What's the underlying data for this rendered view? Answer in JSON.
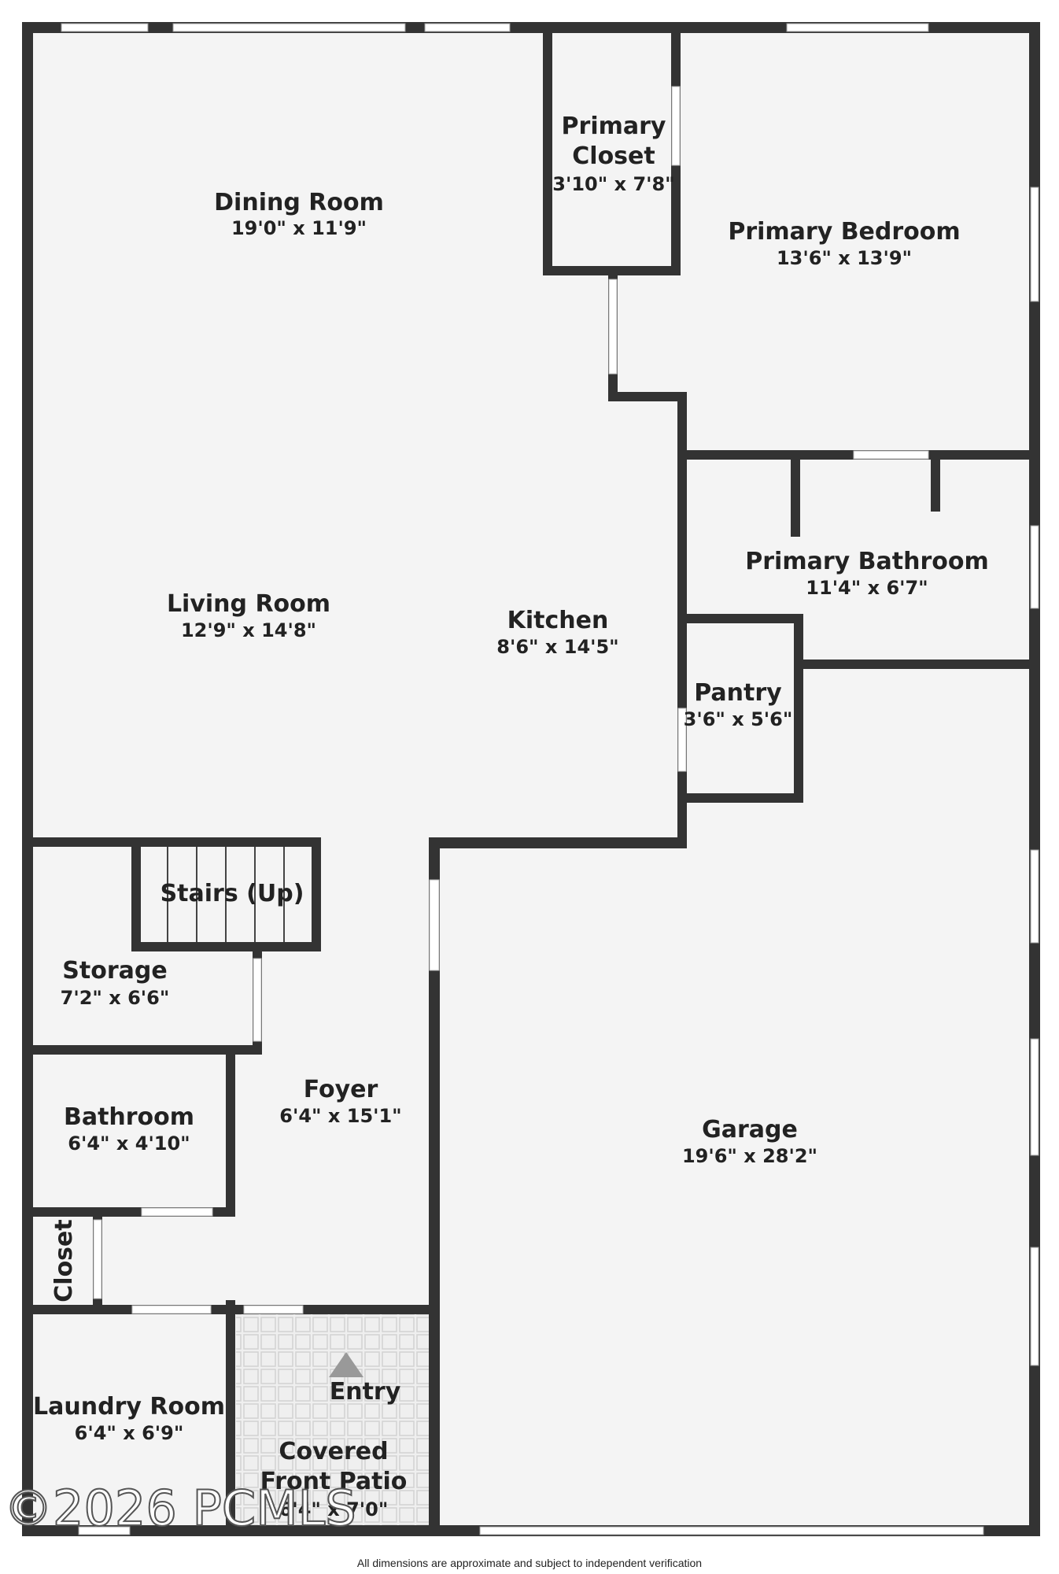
{
  "floor_plan": {
    "rooms": {
      "dining_room": {
        "name": "Dining Room",
        "dims": "19'0\" x 11'9\""
      },
      "primary_closet": {
        "name_line1": "Primary",
        "name_line2": "Closet",
        "dims": "3'10\" x 7'8\""
      },
      "primary_bedroom": {
        "name": "Primary Bedroom",
        "dims": "13'6\" x 13'9\""
      },
      "primary_bathroom": {
        "name": "Primary Bathroom",
        "dims": "11'4\" x 6'7\""
      },
      "living_room": {
        "name": "Living Room",
        "dims": "12'9\" x 14'8\""
      },
      "kitchen": {
        "name": "Kitchen",
        "dims": "8'6\" x 14'5\""
      },
      "pantry": {
        "name": "Pantry",
        "dims": "3'6\" x 5'6\""
      },
      "stairs": {
        "name": "Stairs (Up)"
      },
      "storage": {
        "name": "Storage",
        "dims": "7'2\" x 6'6\""
      },
      "foyer": {
        "name": "Foyer",
        "dims": "6'4\" x 15'1\""
      },
      "bathroom": {
        "name": "Bathroom",
        "dims": "6'4\" x 4'10\""
      },
      "closet": {
        "name": "Closet"
      },
      "garage": {
        "name": "Garage",
        "dims": "19'6\" x 28'2\""
      },
      "laundry_room": {
        "name": "Laundry Room",
        "dims": "6'4\" x 6'9\""
      },
      "entry": {
        "name": "Entry"
      },
      "covered_front_patio": {
        "name_line1": "Covered",
        "name_line2": "Front Patio",
        "dims": "6'4\" x 7'0\""
      }
    },
    "watermark": "©2026 PCMLS",
    "disclaimer": "All dimensions are approximate and subject to independent verification",
    "colors": {
      "wall": "#333333",
      "floor": "#f4f4f4",
      "patio": "#ececec",
      "background": "#ffffff"
    }
  }
}
